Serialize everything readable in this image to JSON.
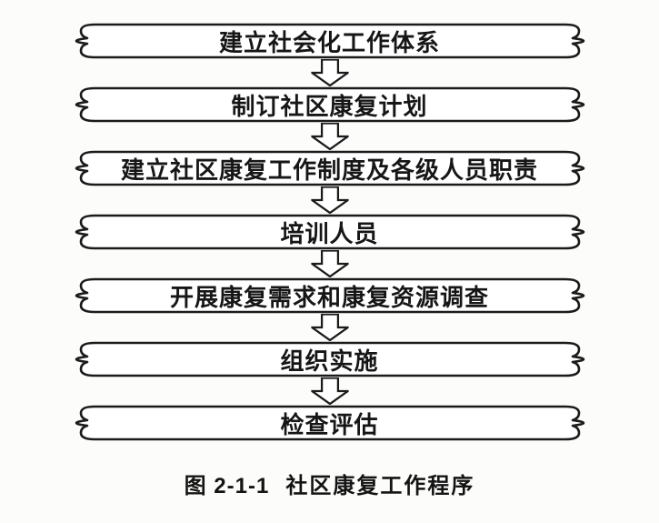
{
  "figure": {
    "steps": [
      "建立社会化工作体系",
      "制订社区康复计划",
      "建立社区康复工作制度及各级人员职责",
      "培训人员",
      "开展康复需求和康复资源调查",
      "组织实施",
      "检查评估"
    ],
    "caption": {
      "label": "图 2-1-1",
      "title": "社区康复工作程序"
    },
    "colors": {
      "line": "#1b1b1b",
      "shape_fill": "#ffffff",
      "background": "#fcfcfa",
      "text": "#161616"
    }
  }
}
